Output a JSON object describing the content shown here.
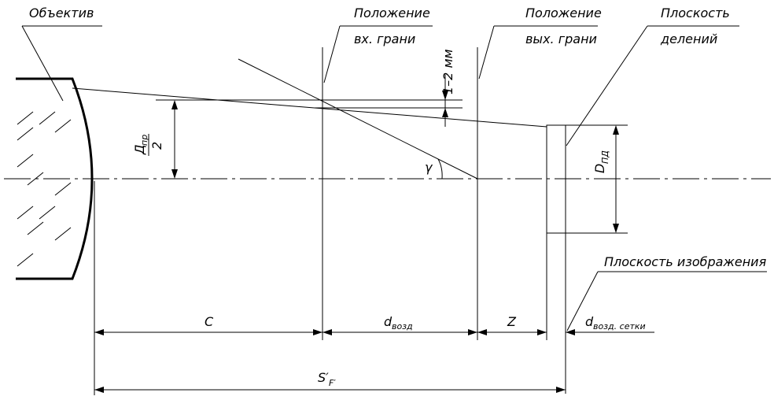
{
  "labels": {
    "objective": "Объектив",
    "entry_face_1": "Положение",
    "entry_face_2": "вх. грани",
    "exit_face_1": "Положение",
    "exit_face_2": "вых. грани",
    "div_plane_1": "Плоскость",
    "div_plane_2": "делений",
    "image_plane": "Плоскость изображения",
    "gap": "1–2 мм",
    "half_aperture_num": "Д",
    "half_aperture_sub": "пр",
    "half_aperture_den": "2",
    "gamma": "γ",
    "d_pd": "D",
    "d_pd_sub": "ПД",
    "dim_c": "C",
    "dim_d": "d",
    "dim_d_sub": "возд",
    "dim_z": "Z",
    "dim_d_grid": "d",
    "dim_d_grid_sub": "возд. сетки",
    "dim_s": "S′",
    "dim_s_sub": "F′"
  }
}
